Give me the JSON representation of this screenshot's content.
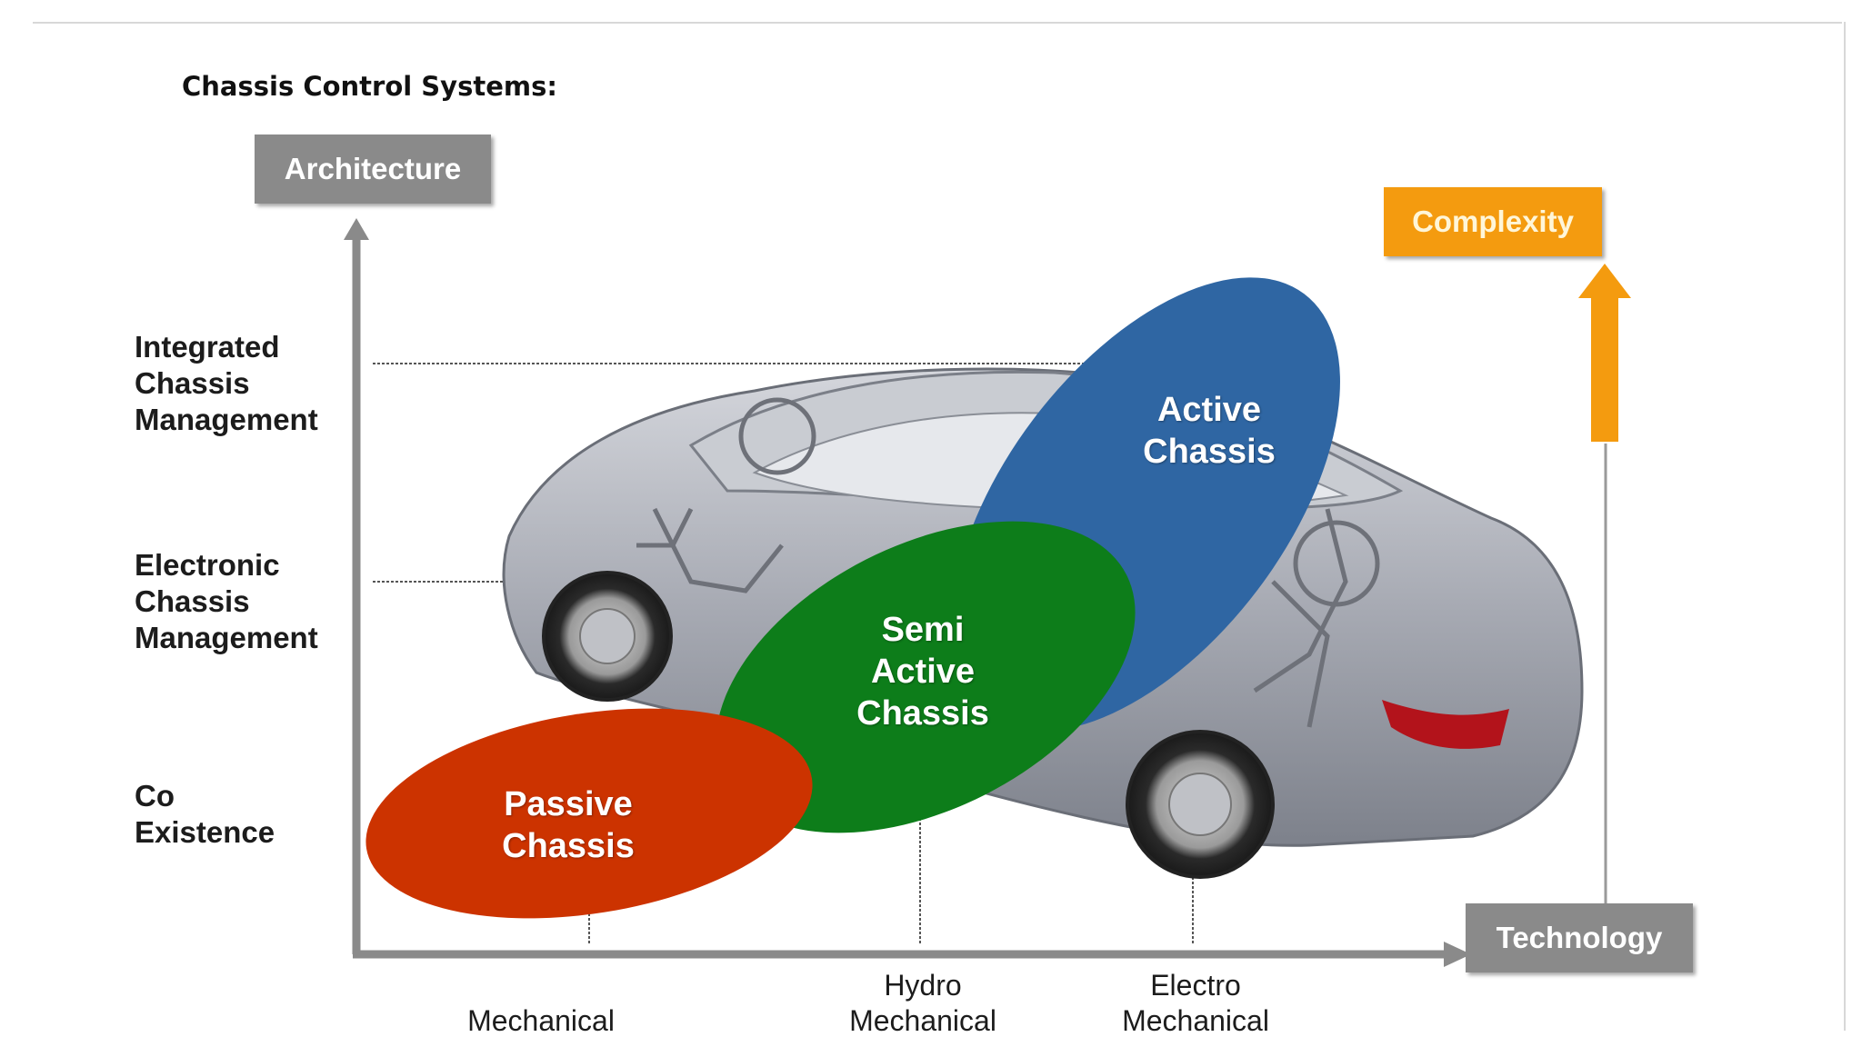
{
  "title": "Chassis Control Systems:",
  "axes": {
    "y_title": "Architecture",
    "x_title": "Technology",
    "complexity": "Complexity",
    "y_levels": [
      "Integrated\nChassis\nManagement",
      "Electronic\nChassis\nManagement",
      "Co\nExistence"
    ],
    "x_levels": [
      "Mechanical",
      "Hydro\nMechanical",
      "Electro\nMechanical"
    ]
  },
  "regions": [
    {
      "label": "Passive\nChassis",
      "color": "#cc3300"
    },
    {
      "label": "Semi\nActive\nChassis",
      "color": "#0d7d1a"
    },
    {
      "label": "Active\nChassis",
      "color": "#2f66a3"
    }
  ],
  "colors": {
    "axis": "#8a8a8a",
    "complexity": "#f49b0f",
    "car": "#a9acb4"
  }
}
